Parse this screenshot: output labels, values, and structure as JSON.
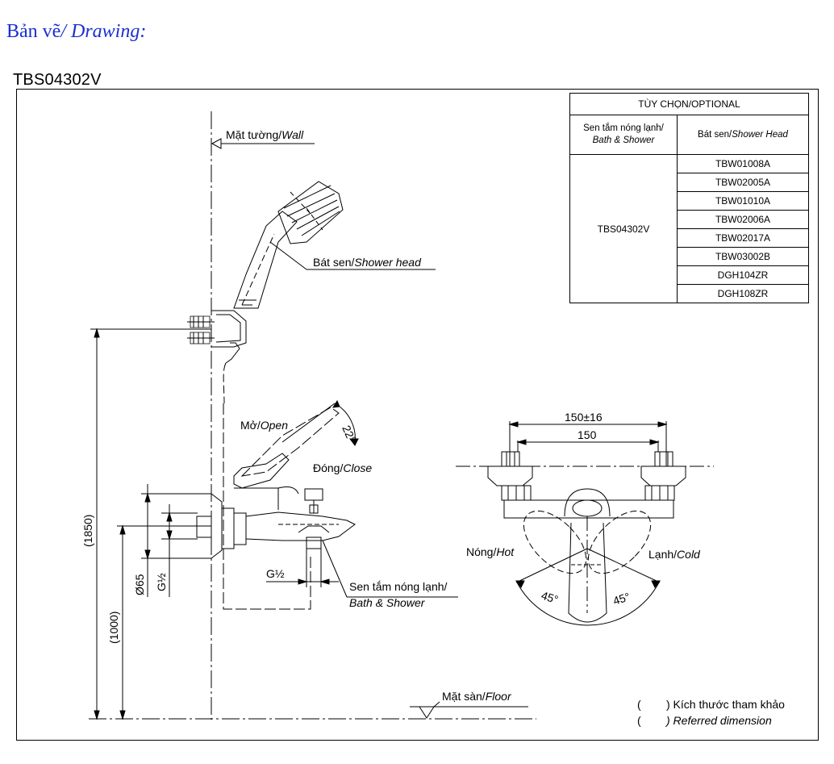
{
  "header": {
    "title_vn": "Bản vẽ",
    "title_en": "/ Drawing:",
    "model": "TBS04302V"
  },
  "optional_table": {
    "title": "TÙY CHỌN/OPTIONAL",
    "col1_header_vn": "Sen tắm nóng lạnh/",
    "col1_header_en": "Bath & Shower",
    "col2_header_vn": "Bát sen/",
    "col2_header_en": "Shower Head",
    "model": "TBS04302V",
    "shower_heads": [
      "TBW01008A",
      "TBW02005A",
      "TBW01010A",
      "TBW02006A",
      "TBW02017A",
      "TBW03002B",
      "DGH104ZR",
      "DGH108ZR"
    ]
  },
  "labels": {
    "wall_vn": "Mặt tường/",
    "wall_en": "Wall",
    "shower_head_vn": "Bát sen/",
    "shower_head_en": "Shower head",
    "open_vn": "Mở/",
    "open_en": "Open",
    "close_vn": "Đóng/",
    "close_en": "Close",
    "bath_shower_vn": "Sen tắm nóng lạnh/",
    "bath_shower_en": "Bath & Shower",
    "hot_vn": "Nóng/",
    "hot_en": "Hot",
    "cold_vn": "Lạnh/",
    "cold_en": "Cold",
    "floor_vn": "Mặt sàn/",
    "floor_en": "Floor",
    "ref_dim_vn": ") Kích thước tham khảo",
    "ref_dim_en": ") Referred dimension",
    "paren": "("
  },
  "dimensions": {
    "height_total": "(1850)",
    "height_valve": "(1000)",
    "diameter": "Ø65",
    "thread_vertical": "G½",
    "thread_bottom": "G½",
    "angle_open": "22°",
    "width_outer": "150±16",
    "width_inner": "150",
    "angle_hot": "45°",
    "angle_cold": "45°"
  }
}
